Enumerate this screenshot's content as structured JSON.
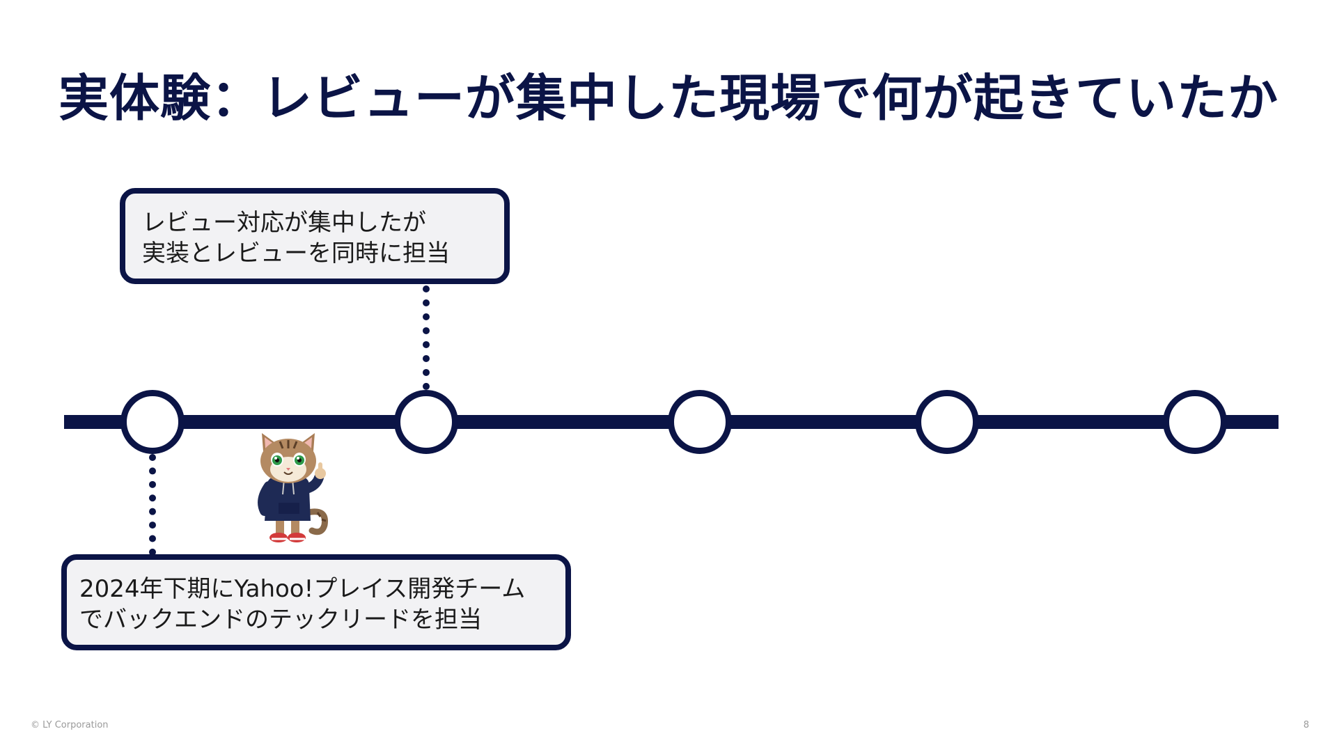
{
  "slide": {
    "title": "実体験：レビューが集中した現場で何が起きていたか",
    "card_top": {
      "line1": "レビュー対応が集中したが",
      "line2": "実装とレビューを同時に担当"
    },
    "card_bottom": {
      "line1": "2024年下期にYahoo!プレイス開発チーム",
      "line2": "でバックエンドのテックリードを担当"
    },
    "footer": {
      "copyright": "© LY Corporation",
      "page_number": "8"
    }
  },
  "colors": {
    "primary": "#0b1446",
    "card_background": "#f2f2f4",
    "footer_text": "#9a9a9a"
  },
  "icons": {
    "mascot": "cat-mascot-thumbs-up-icon"
  }
}
